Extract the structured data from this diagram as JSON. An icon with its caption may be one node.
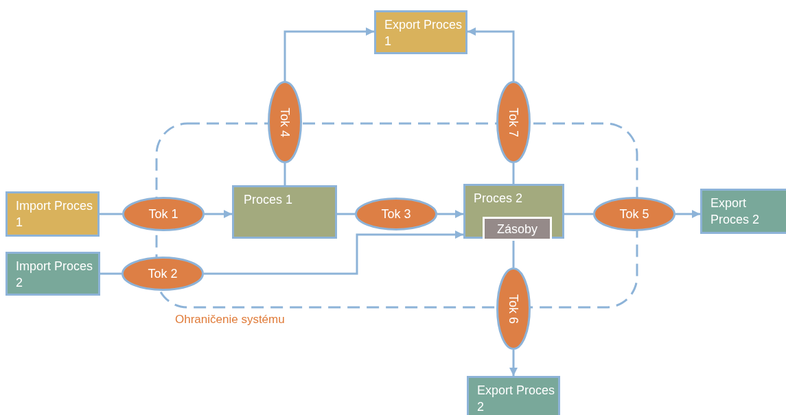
{
  "diagram": {
    "nodes": [
      {
        "text": [
          "Export Proces 1"
        ]
      },
      {
        "text": [],
        "shape": "box",
        "beside": [
          "Ohraničenie systému"
        ]
      },
      {
        "text": [
          "Tok 4"
        ]
      },
      {
        "text": [
          "Tok 7"
        ]
      },
      {
        "text": [
          "Import Proces 1"
        ]
      },
      {
        "text": [
          "Tok 1"
        ]
      },
      {
        "text": [
          "Proces 1"
        ],
        "in": 1
      },
      {
        "text": [
          "Tok 3"
        ],
        "in": 1
      },
      {
        "text": [
          "Proces 2"
        ],
        "in": 1
      },
      {
        "text": [
          "Zásoby"
        ],
        "in": 8
      },
      {
        "text": [
          "Tok 5"
        ]
      },
      {
        "text": [
          "Export Proces 2"
        ]
      },
      {
        "text": [
          "Import Proces 2"
        ]
      },
      {
        "text": [
          "Tok 2"
        ]
      },
      {
        "text": [
          "Tok 6"
        ]
      },
      {
        "text": [
          "Export Proces 2"
        ]
      }
    ],
    "edges": [
      {
        "from": 4,
        "to": 5,
        "arrow": "none"
      },
      {
        "from": 5,
        "to": 6,
        "arrow": "to"
      },
      {
        "from": 6,
        "to": 7,
        "arrow": "none"
      },
      {
        "from": 7,
        "to": 8,
        "arrow": "to"
      },
      {
        "from": 12,
        "to": 13,
        "arrow": "none"
      },
      {
        "from": 13,
        "to": 8,
        "arrow": "to"
      },
      {
        "from": 6,
        "to": 2,
        "arrow": "none"
      },
      {
        "from": 2,
        "to": 0,
        "arrow": "to"
      },
      {
        "from": 8,
        "to": 3,
        "arrow": "none"
      },
      {
        "from": 3,
        "to": 0,
        "arrow": "to"
      },
      {
        "from": 8,
        "to": 10,
        "arrow": "none"
      },
      {
        "from": 10,
        "to": 11,
        "arrow": "to"
      },
      {
        "from": 8,
        "to": 14,
        "arrow": "none"
      },
      {
        "from": 14,
        "to": 15,
        "arrow": "to"
      }
    ]
  }
}
